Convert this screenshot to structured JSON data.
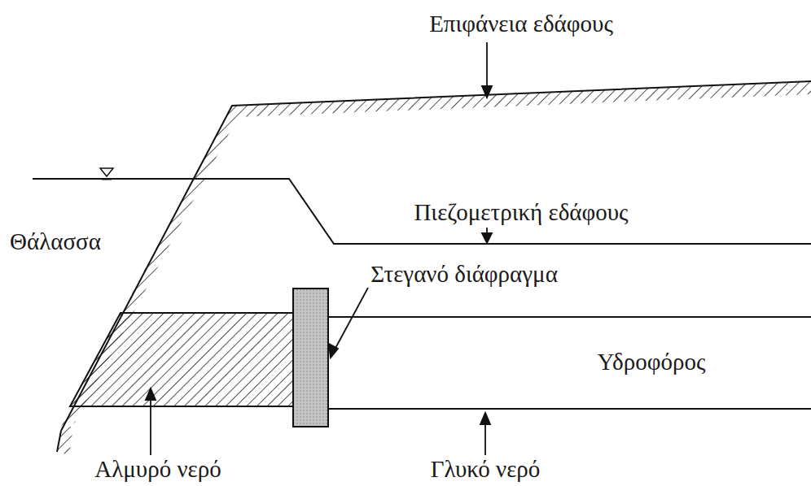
{
  "diagram": {
    "labels": [
      "Επιφάνεια εδάφους",
      "Πιεζομετρική εδάφους",
      "Θάλασσα",
      "Στεγανό διάφραγμα",
      "Υδροφόρος",
      "Αλμυρό νερό",
      "Γλυκό νερό"
    ]
  }
}
